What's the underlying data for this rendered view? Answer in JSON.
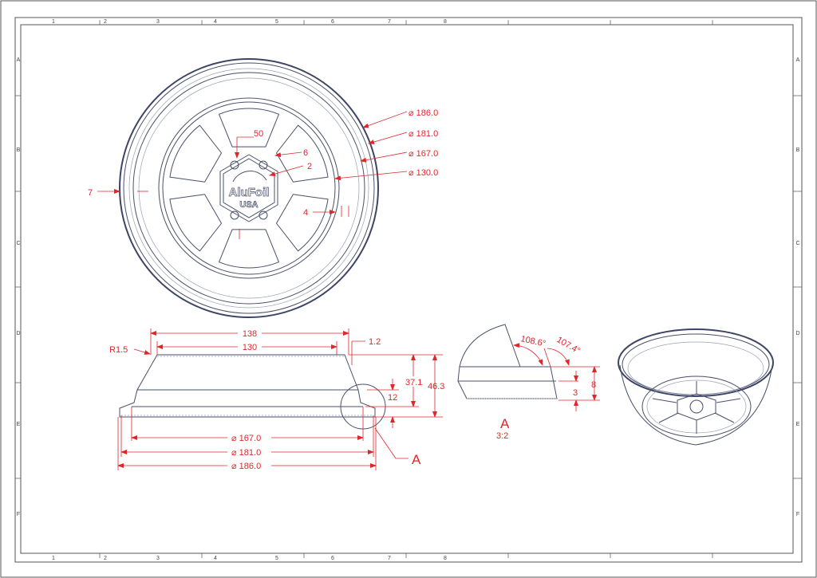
{
  "zones": {
    "columns": [
      "1",
      "2",
      "3",
      "4",
      "5",
      "6",
      "7",
      "8"
    ],
    "rows": [
      "A",
      "B",
      "C",
      "D",
      "E",
      "F"
    ]
  },
  "logo": {
    "line1": "AluFoil",
    "line2": "USA"
  },
  "top_view": {
    "d186": "⌀ 186.0",
    "d181": "⌀ 181.0",
    "d167": "⌀ 167.0",
    "d130": "⌀ 130.0",
    "d50": "50",
    "d6": "6",
    "d2": "2",
    "d4": "4",
    "d7": "7"
  },
  "side_view": {
    "r15": "R1.5",
    "w138": "138",
    "w130": "130",
    "t12": "1.2",
    "h371": "37.1",
    "h463": "46.3",
    "h12": "12",
    "d167": "⌀ 167.0",
    "d181": "⌀ 181.0",
    "d186": "⌀ 186.0",
    "detail_callout": "A"
  },
  "detail": {
    "label": "A",
    "scale": "3:2",
    "angle1": "108.6°",
    "angle2": "107.4°",
    "h8": "8",
    "h3": "3"
  },
  "colors": {
    "dimension": "#e0262b",
    "part": "#4a5068"
  }
}
